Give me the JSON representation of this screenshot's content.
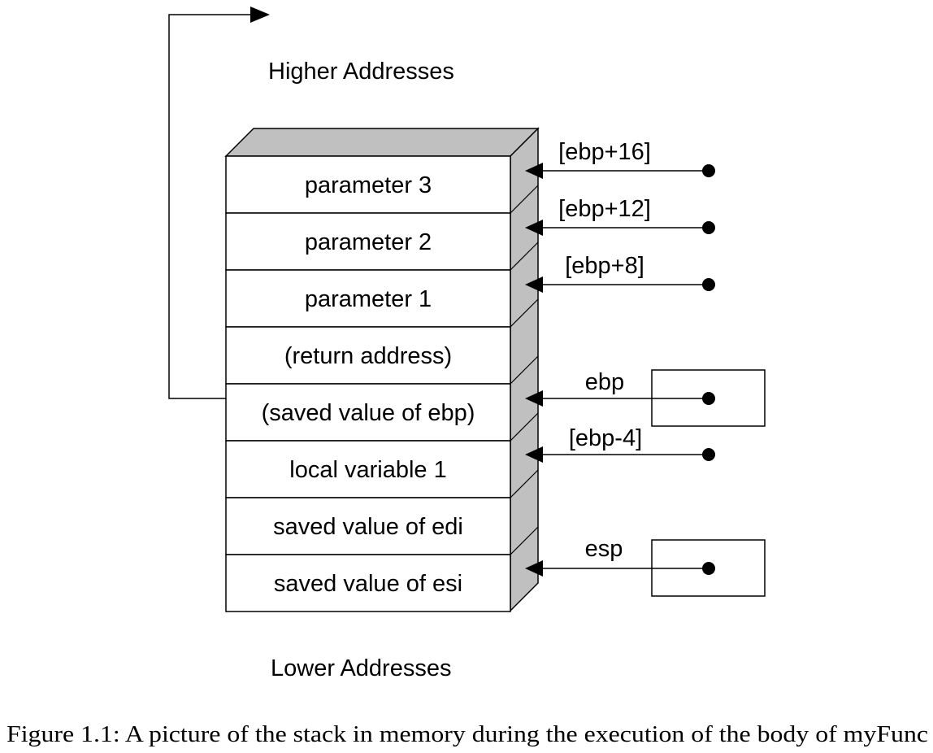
{
  "diagram": {
    "higher_addresses": "Higher Addresses",
    "lower_addresses": "Lower Addresses",
    "stack_cells": [
      "parameter 3",
      "parameter 2",
      "parameter 1",
      "(return address)",
      "(saved value of ebp)",
      "local variable 1",
      "saved value of edi",
      "saved value of esi"
    ],
    "pointers": {
      "ebp_plus_16": "[ebp+16]",
      "ebp_plus_12": "[ebp+12]",
      "ebp_plus_8": "[ebp+8]",
      "ebp": "ebp",
      "ebp_minus_4": "[ebp-4]",
      "esp": "esp"
    },
    "colors": {
      "line": "#000000",
      "cell_fill": "#ffffff",
      "side_fill": "#c0c0c0"
    }
  },
  "caption": "Figure 1.1: A picture of the stack in memory during the execution of the body of myFunc"
}
